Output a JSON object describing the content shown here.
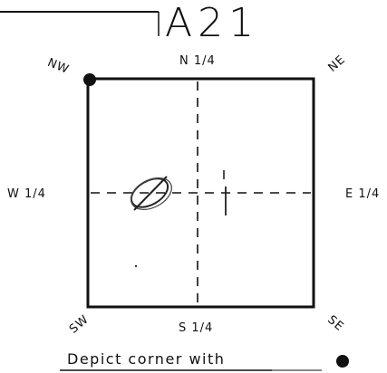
{
  "header": {
    "code": "A21"
  },
  "section": {
    "north_quarter": "N 1/4",
    "south_quarter": "S 1/4",
    "west_quarter": "W 1/4",
    "east_quarter": "E 1/4"
  },
  "corners": {
    "nw": "NW",
    "ne": "NE",
    "sw": "SW",
    "se": "SE",
    "marked_corner": "NW"
  },
  "footer": {
    "note": "Depict corner with"
  },
  "colors": {
    "ink": "#111111",
    "background": "#ffffff"
  }
}
